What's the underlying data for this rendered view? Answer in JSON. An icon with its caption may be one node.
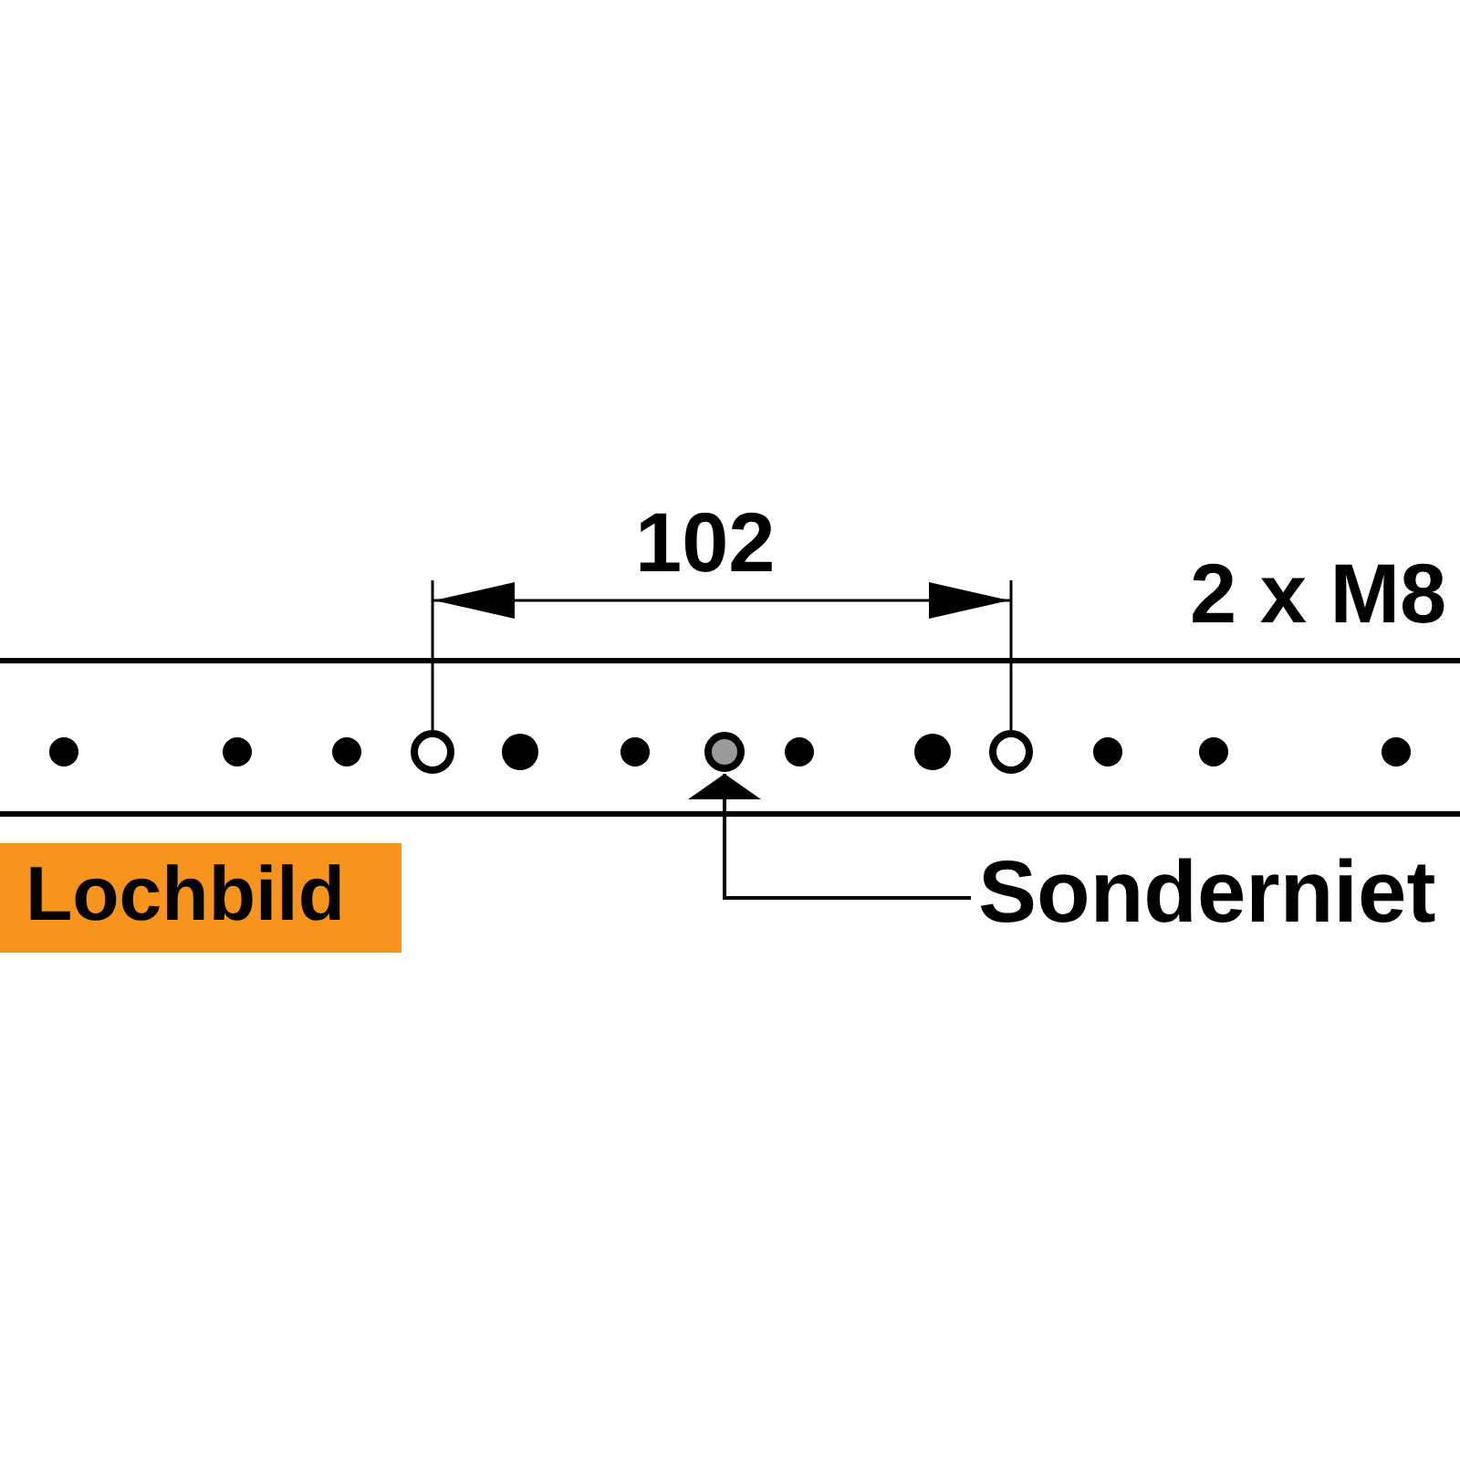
{
  "diagram": {
    "nodes": [
      {
        "text": [
          "Lochbild"
        ]
      },
      {
        "text": [
          "Sonderniet"
        ]
      },
      {
        "text": [],
        "shape": "circle"
      }
    ],
    "edges": [
      {
        "from": 1,
        "to": 2,
        "arrow": "to"
      }
    ],
    "labels": [
      "102",
      "2 x M8"
    ]
  }
}
